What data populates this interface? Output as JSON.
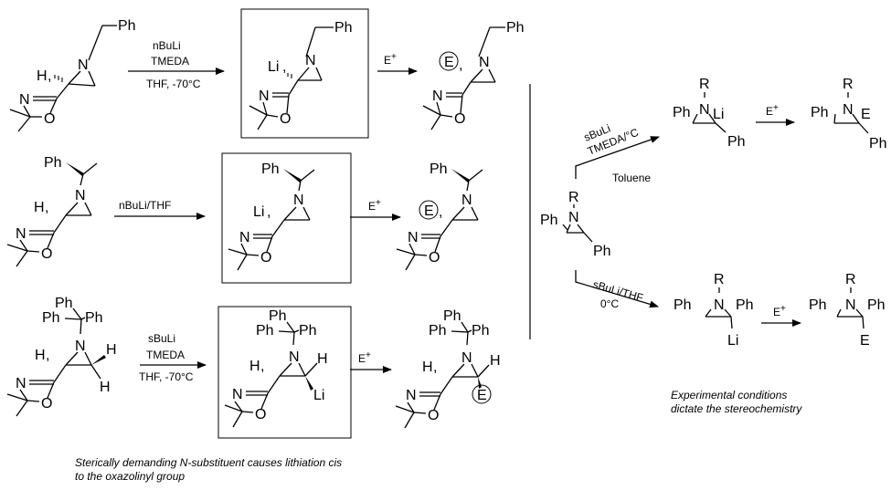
{
  "atoms": {
    "ph": "Ph",
    "h": "H",
    "li": "Li",
    "n": "N",
    "o": "O",
    "r": "R",
    "e": "E"
  },
  "reagents": {
    "r1_line1": "nBuLi",
    "r1_line2": "TMEDA",
    "r1_line3": "THF, -70°C",
    "r2": "nBuLi/THF",
    "r3_line1": "sBuLi",
    "r3_line2": "TMEDA",
    "r3_line3": "THF, -70°C",
    "electrophile": "E",
    "electrophile_charge": "+",
    "right_upper_line1": "sBuLi",
    "right_upper_line2": "TMEDA/°C",
    "right_upper_line3": "Toluene",
    "right_lower_line1": "sBuLi/THF",
    "right_lower_line2": "0°C"
  },
  "captions": {
    "left_line1": "Sterically demanding N-substituent causes lithiation cis",
    "left_line2": "to the oxazolinyl group",
    "right_line1": "Experimental conditions",
    "right_line2": "dictate the stereochemistry"
  }
}
